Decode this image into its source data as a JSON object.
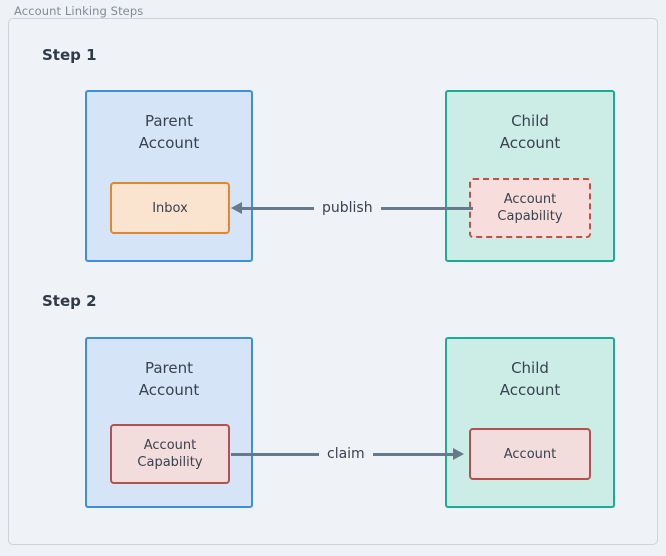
{
  "figure": {
    "title": "Account Linking Steps"
  },
  "steps": [
    {
      "label": "Step 1",
      "left_box": {
        "title": "Parent\nAccount",
        "kind": "parent-account",
        "fill": "#d5e4f7",
        "border": "#3d8fe0",
        "node": {
          "label": "Inbox",
          "fill": "#fbe4cf",
          "border": "#e1872f",
          "border_style": "solid"
        }
      },
      "right_box": {
        "title": "Child\nAccount",
        "kind": "child-account",
        "fill": "#ccece6",
        "border": "#1bab97",
        "node": {
          "label": "Account\nCapability",
          "fill": "#f8dddd",
          "border": "#c0504a",
          "border_style": "dashed"
        }
      },
      "edge": {
        "label": "publish",
        "direction": "right-to-left",
        "color": "#67798c"
      }
    },
    {
      "label": "Step 2",
      "left_box": {
        "title": "Parent\nAccount",
        "kind": "parent-account",
        "fill": "#d5e4f7",
        "border": "#3d8fe0",
        "node": {
          "label": "Account\nCapability",
          "fill": "#f2dcdc",
          "border": "#b4514f",
          "border_style": "solid"
        }
      },
      "right_box": {
        "title": "Child\nAccount",
        "kind": "child-account",
        "fill": "#ccece6",
        "border": "#1bab97",
        "node": {
          "label": "Account",
          "fill": "#f2dcdc",
          "border": "#b4514f",
          "border_style": "solid"
        }
      },
      "edge": {
        "label": "claim",
        "direction": "left-to-right",
        "color": "#67798c"
      }
    }
  ],
  "colors": {
    "canvas_background": "#eef1f5",
    "frame_background": "#eff2f6",
    "frame_border": "#ccd3dc",
    "title_text": "#7f8b99",
    "body_text": "#39424e",
    "step_label_text": "#303b49"
  }
}
